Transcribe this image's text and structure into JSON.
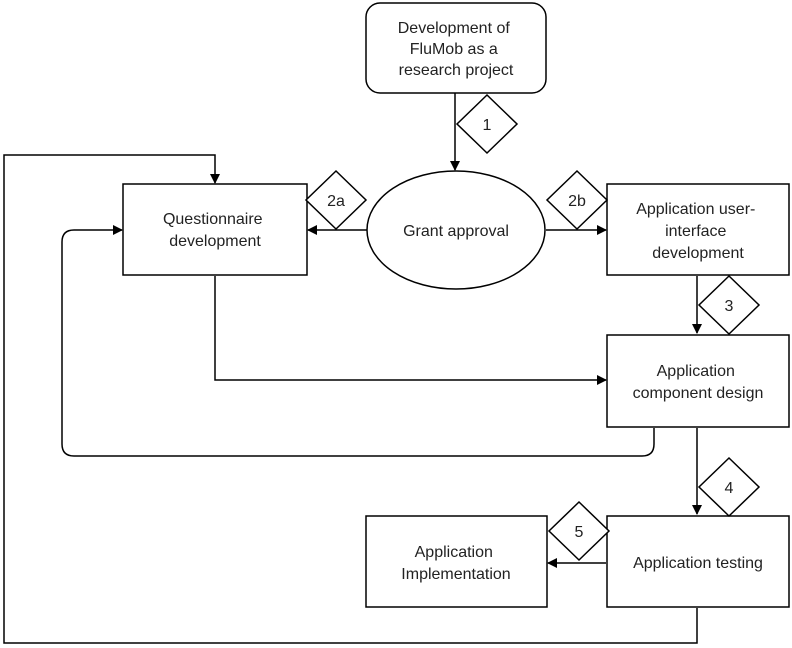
{
  "nodes": {
    "research_project": {
      "lines": [
        "Development of",
        "FluMob as a",
        "research project"
      ]
    },
    "grant_approval": {
      "lines": [
        "Grant approval"
      ]
    },
    "questionnaire": {
      "lines": [
        "Questionnaire",
        "development"
      ]
    },
    "ui_development": {
      "lines": [
        "Application user-",
        "interface",
        "development"
      ]
    },
    "component_design": {
      "lines": [
        "Application",
        "component design"
      ]
    },
    "testing": {
      "lines": [
        "Application testing"
      ]
    },
    "implementation": {
      "lines": [
        "Application",
        "Implementation"
      ]
    }
  },
  "steps": [
    "1",
    "2a",
    "2b",
    "3",
    "4",
    "5"
  ]
}
